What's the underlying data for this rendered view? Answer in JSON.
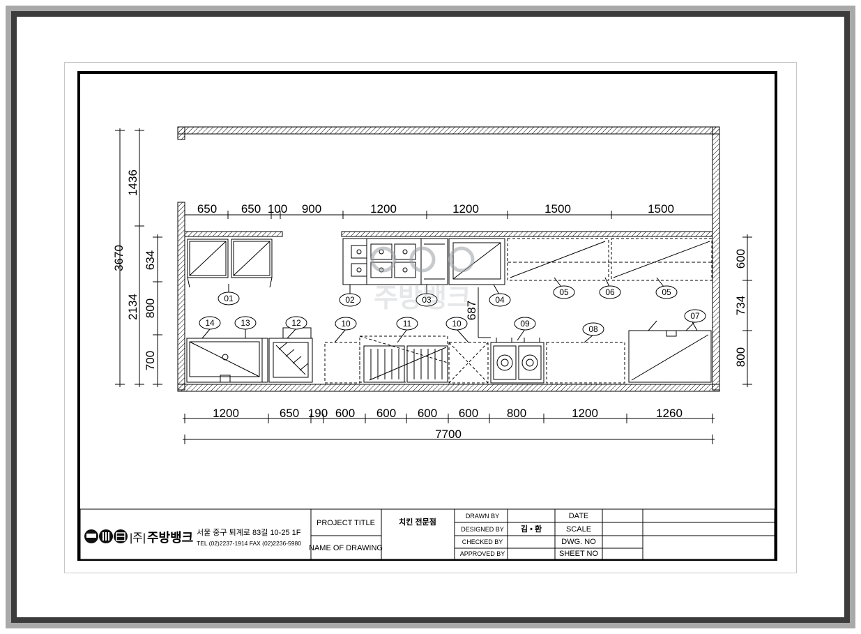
{
  "drawing": {
    "top_dims": [
      "650",
      "650",
      "100",
      "900",
      "1200",
      "1200",
      "1500",
      "1500"
    ],
    "bottom_dims": [
      "1200",
      "650",
      "190",
      "600",
      "600",
      "600",
      "600",
      "800",
      "1200",
      "1260"
    ],
    "total_dim": "7700",
    "left_outer_dims": [
      "1436",
      "3670"
    ],
    "left_inner_dims": [
      "634",
      "800",
      "700"
    ],
    "left_mid_dim": "2134",
    "right_dims": [
      "600",
      "734",
      "800"
    ],
    "inner_dim": "687",
    "tags": {
      "t01": "01",
      "t02": "02",
      "t03": "03",
      "t04": "04",
      "t05a": "05",
      "t06": "06",
      "t05b": "05",
      "t14": "14",
      "t13": "13",
      "t12": "12",
      "t10a": "10",
      "t11": "11",
      "t10b": "10",
      "t09": "09",
      "t08": "08",
      "t07": "07"
    }
  },
  "watermark": {
    "brand_text": "주방뱅크"
  },
  "title_block": {
    "company_prefix": "|주|",
    "company_name": "주방뱅크",
    "address": "서울 중구 퇴계로 83길 10-25 1F",
    "phone": "TEL (02)2237-1914 FAX (02)2236-5980",
    "project_title_label": "PROJECT TITLE",
    "project_title_value": "치킨 전문점",
    "name_of_drawing_label": "NAME OF DRAWING",
    "drawn_by_label": "DRAWN BY",
    "designed_by_label": "DESIGNED BY",
    "designed_by_value": "김 • 환",
    "checked_by_label": "CHECKED BY",
    "approved_by_label": "APPROVED BY",
    "date_label": "DATE",
    "scale_label": "SCALE",
    "dwg_no_label": "DWG. NO",
    "sheet_no_label": "SHEET NO"
  }
}
